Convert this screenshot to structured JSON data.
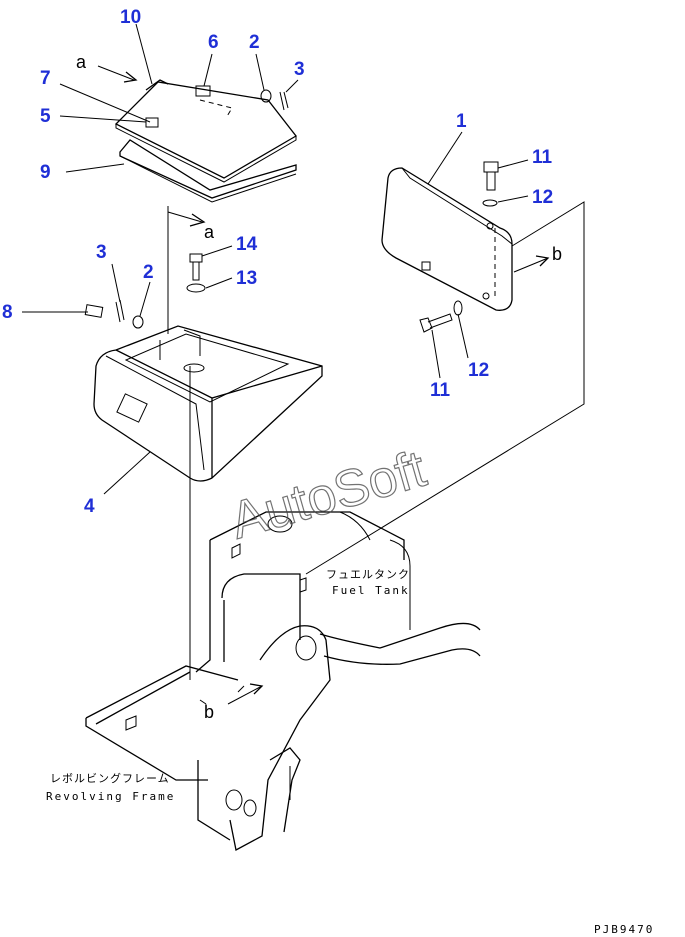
{
  "callouts": [
    "10",
    "6",
    "2",
    "3",
    "7",
    "5",
    "9",
    "1",
    "11",
    "12",
    "14",
    "13",
    "3",
    "2",
    "8",
    "4",
    "12",
    "11"
  ],
  "view_letters": [
    "a",
    "a",
    "b",
    "b"
  ],
  "labels": {
    "fuel_tank_jp": "フュエルタンク",
    "fuel_tank_en": "Fuel Tank",
    "revolving_frame_jp": "レボルビングフレーム",
    "revolving_frame_en": "Revolving Frame"
  },
  "watermark": "AutoSoft",
  "drawing_code": "PJB9470",
  "colors": {
    "callout": "#1f2fd6",
    "line": "#000000"
  }
}
